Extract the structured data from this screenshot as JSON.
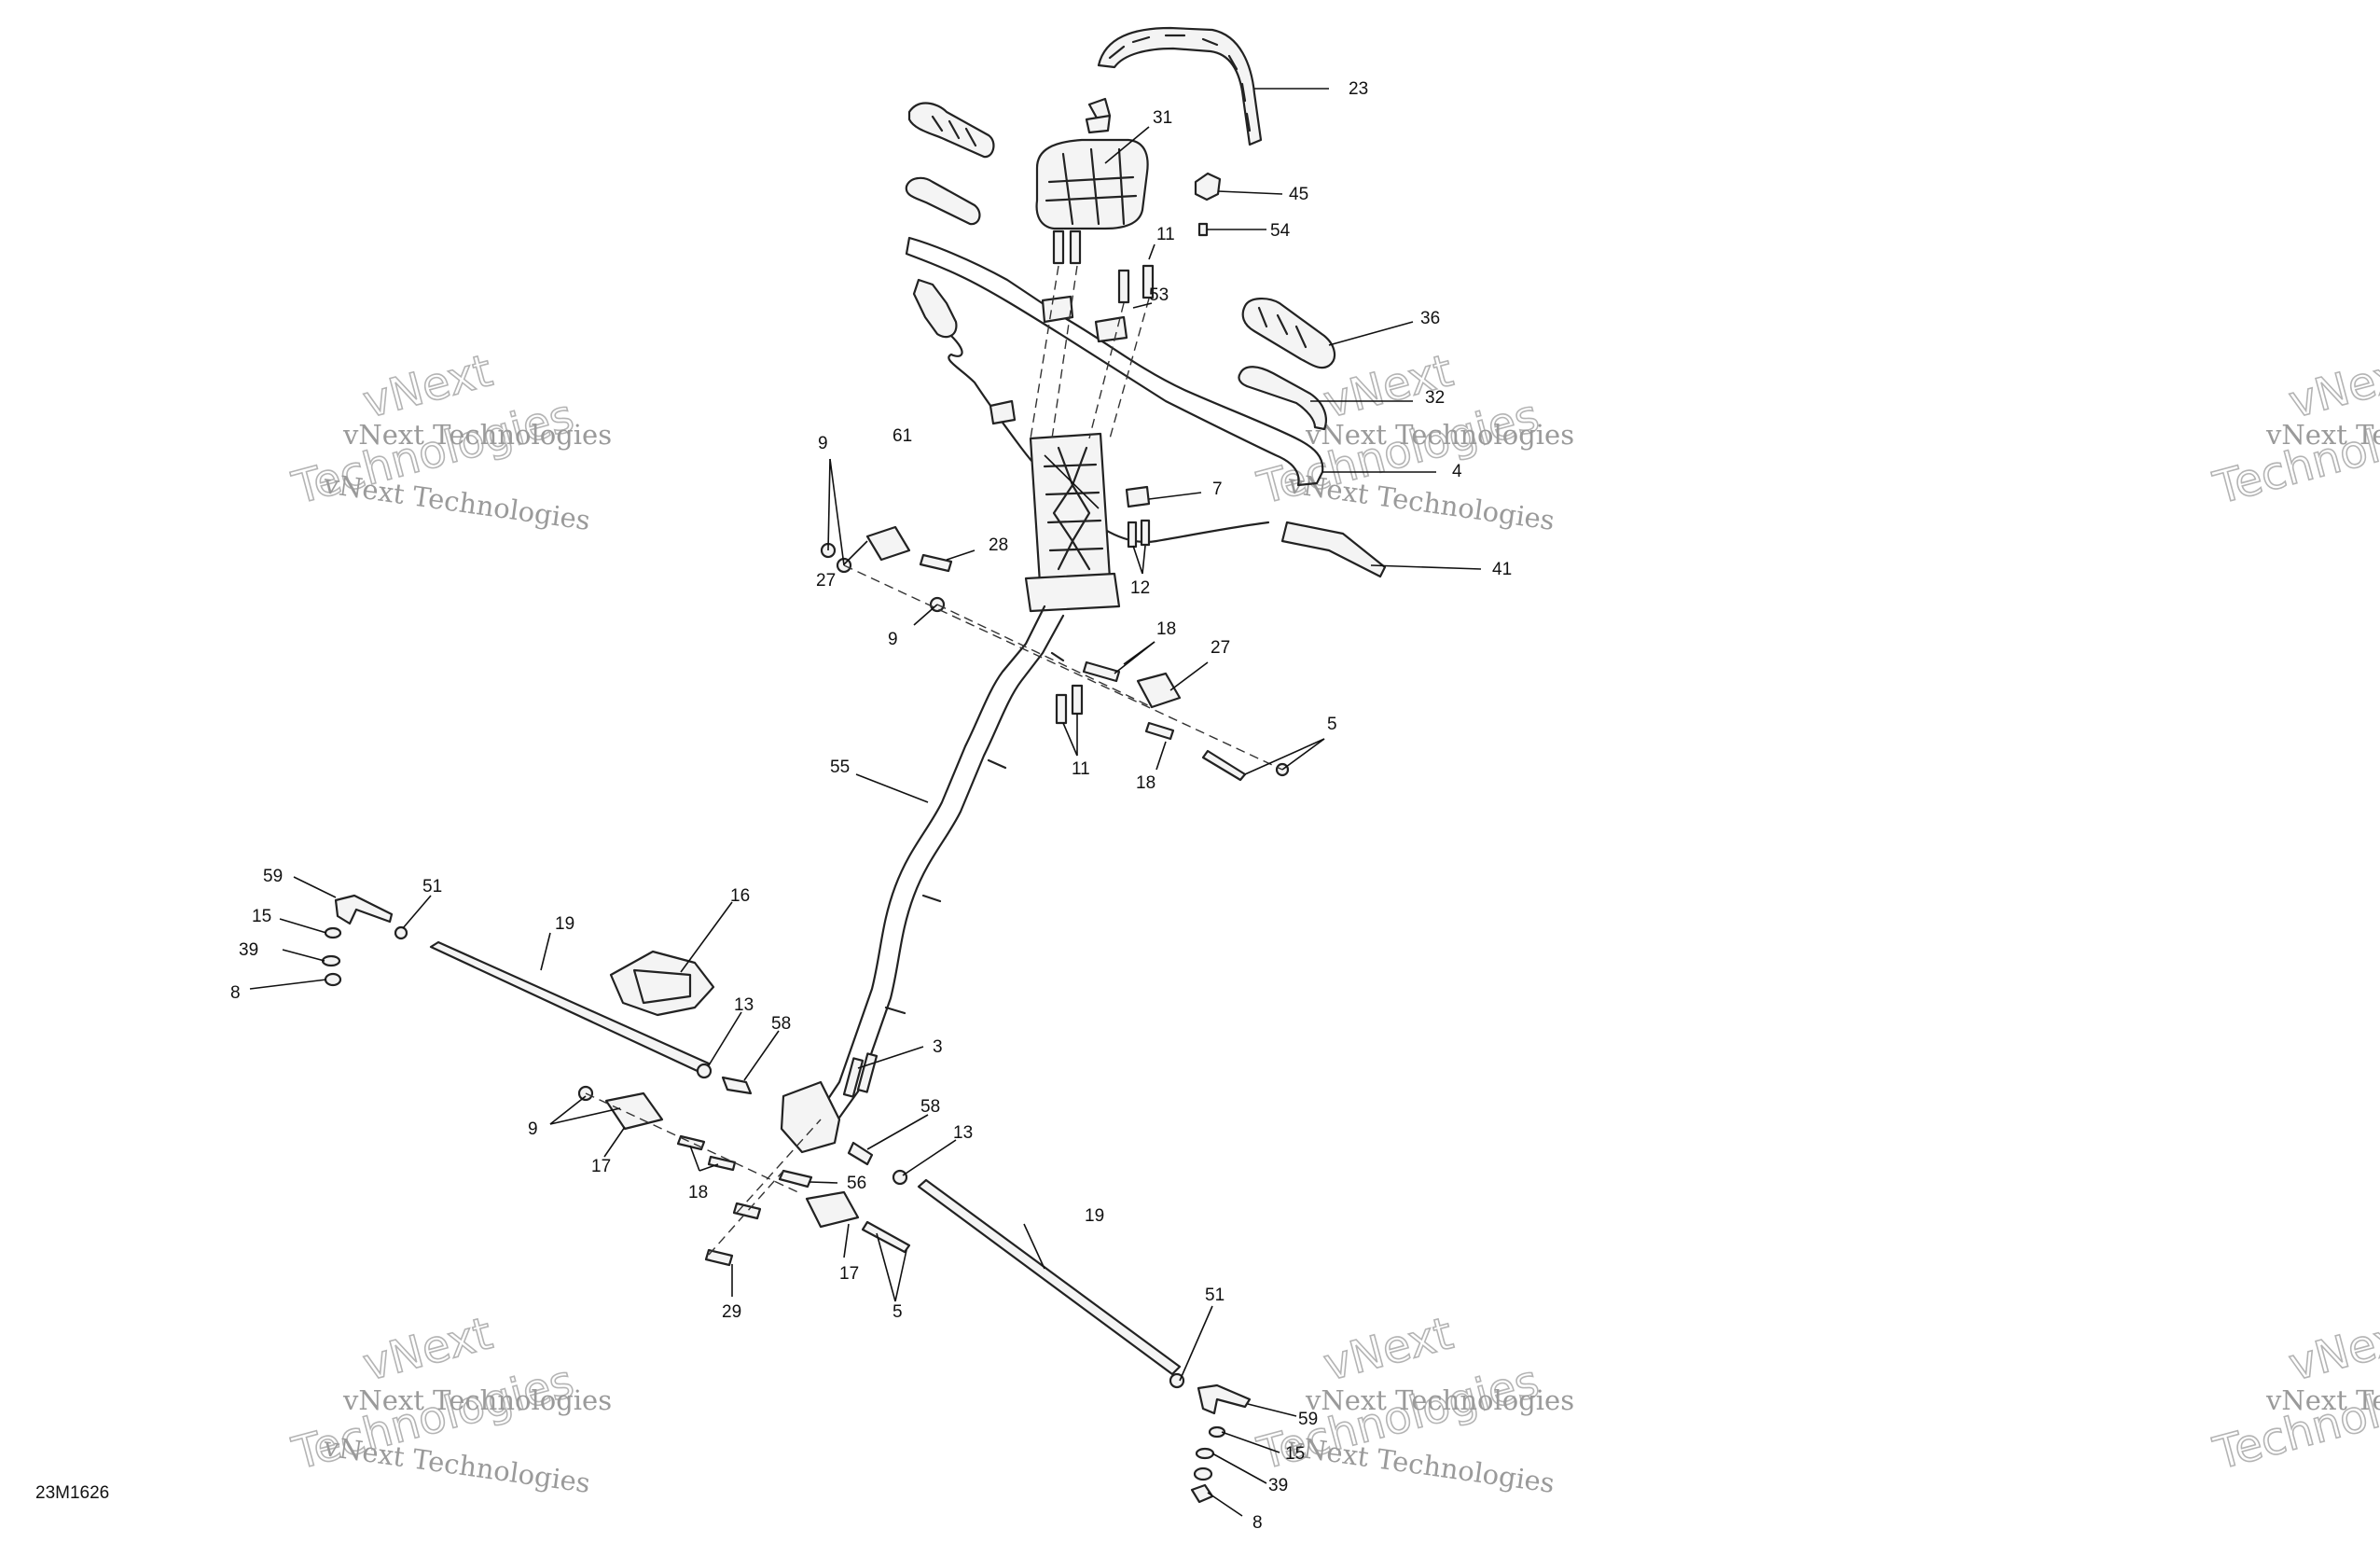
{
  "drawing": {
    "code": "23M1626"
  },
  "watermark": {
    "line_small": "vNext Technologies",
    "word_a": "vNext",
    "word_b": "Technologies"
  },
  "callouts": {
    "c23": "23",
    "c31": "31",
    "c45": "45",
    "c11a": "11",
    "c54": "54",
    "c53": "53",
    "c36": "36",
    "c32": "32",
    "c4": "4",
    "c61": "61",
    "c9a": "9",
    "c7": "7",
    "c28": "28",
    "c27a": "27",
    "c12": "12",
    "c41": "41",
    "c9b": "9",
    "c18a": "18",
    "c27b": "27",
    "c5a": "5",
    "c11b": "11",
    "c18b": "18",
    "c55": "55",
    "c59a": "59",
    "c51a": "51",
    "c15a": "15",
    "c39a": "39",
    "c8a": "8",
    "c19a": "19",
    "c16": "16",
    "c13a": "13",
    "c58a": "58",
    "c3": "3",
    "c9c": "9",
    "c17a": "17",
    "c18c": "18",
    "c58b": "58",
    "c13b": "13",
    "c56": "56",
    "c19b": "19",
    "c17b": "17",
    "c5b": "5",
    "c29": "29",
    "c51b": "51",
    "c59b": "59",
    "c15b": "15",
    "c39b": "39",
    "c8b": "8"
  }
}
